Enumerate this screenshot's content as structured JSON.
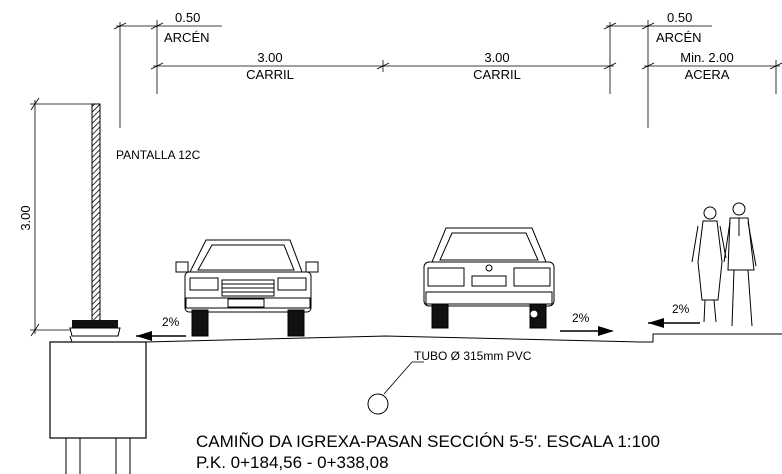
{
  "dimensions": {
    "arcen_left": {
      "value": "0.50",
      "label": "ARCÉN"
    },
    "lane_1": {
      "value": "3.00",
      "label": "CARRIL"
    },
    "lane_2": {
      "value": "3.00",
      "label": "CARRIL"
    },
    "arcen_right": {
      "value": "0.50",
      "label": "ARCÉN"
    },
    "sidewalk": {
      "value": "Min. 2.00",
      "label": "ACERA"
    },
    "screen_height": "3.00"
  },
  "labels": {
    "screen": "PANTALLA 12C",
    "pipe": "TUBO Ø 315mm PVC"
  },
  "slopes": {
    "left_lane": "2%",
    "right_lane": "2%",
    "sidewalk": "2%"
  },
  "caption": {
    "line1": "CAMIÑO DA IGREXA-PASAN SECCIÓN 5-5'. ESCALA 1:100",
    "line2": "P.K. 0+184,56 - 0+338,08"
  },
  "icons": [
    "car-front-icon",
    "car-rear-icon",
    "pedestrians-icon",
    "pipe-icon",
    "arrow-left-icon",
    "arrow-right-icon"
  ]
}
